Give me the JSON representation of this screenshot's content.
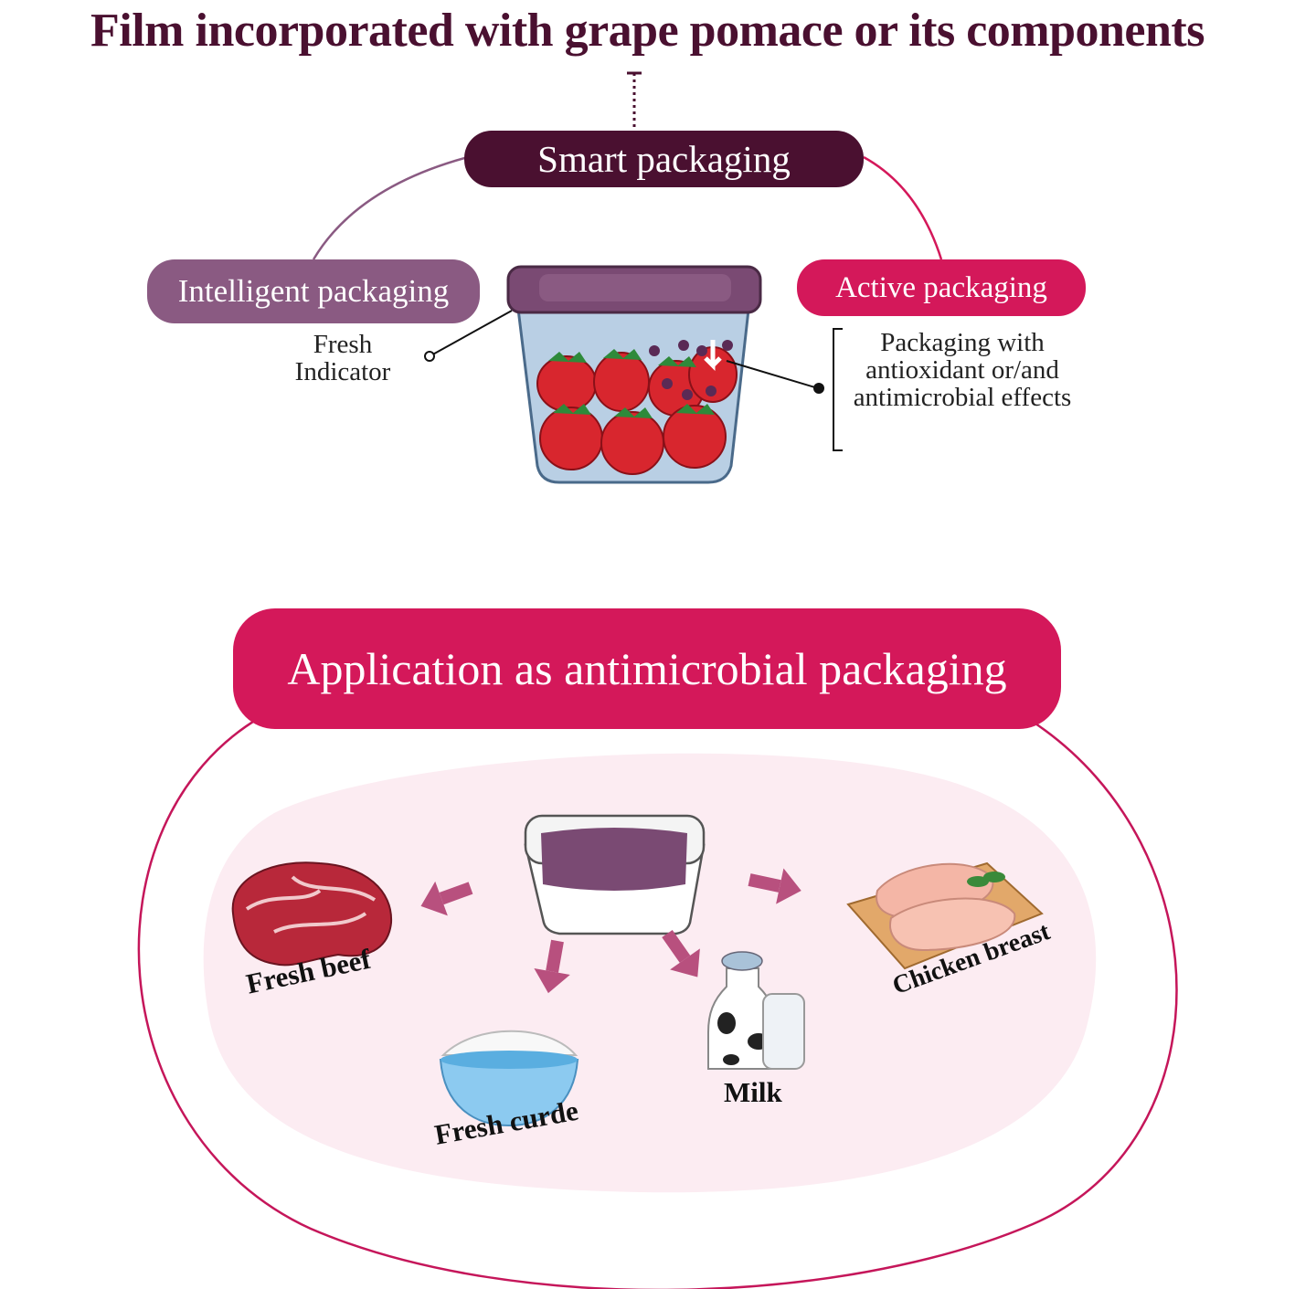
{
  "title": "Film incorporated with grape pomace or its components",
  "smart": {
    "label": "Smart packaging"
  },
  "intelligent": {
    "label": "Intelligent packaging",
    "indicator_line1": "Fresh",
    "indicator_line2": "Indicator"
  },
  "active": {
    "label": "Active packaging",
    "desc_line1": "Packaging with",
    "desc_line2": "antioxidant or/and",
    "desc_line3": "antimicrobial effects"
  },
  "application": {
    "label": "Application as antimicrobial packaging",
    "foods": [
      "Fresh beef",
      "Fresh curde",
      "Milk",
      "Chicken breast"
    ]
  },
  "colors": {
    "dark_plum": "#4a1030",
    "mauve": "#8a5a82",
    "crimson": "#d4185a",
    "soft_pink": "#fcecf2",
    "arrow": "#b8507e"
  }
}
